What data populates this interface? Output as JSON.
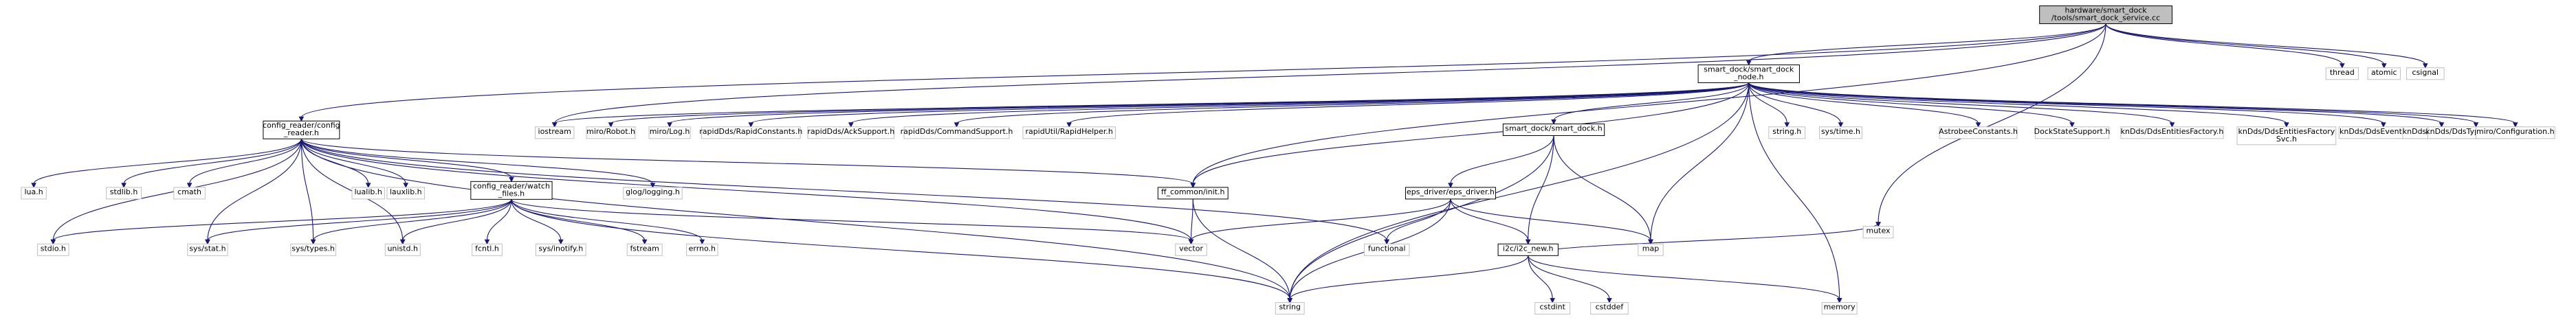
{
  "graph": {
    "edge_color": "#191970",
    "root_fill": "#bfbfbf",
    "nodes": [
      {
        "id": "root",
        "lines": [
          "hardware/smart_dock",
          "/tools/smart_dock_service.cc"
        ],
        "kind": "root"
      },
      {
        "id": "config_reader",
        "lines": [
          "config_reader/config",
          "_reader.h"
        ],
        "kind": "inner"
      },
      {
        "id": "smart_dock_node",
        "lines": [
          "smart_dock/smart_dock",
          "_node.h"
        ],
        "kind": "inner"
      },
      {
        "id": "thread",
        "lines": [
          "thread"
        ],
        "kind": "leaf"
      },
      {
        "id": "atomic",
        "lines": [
          "atomic"
        ],
        "kind": "leaf"
      },
      {
        "id": "csignal",
        "lines": [
          "csignal"
        ],
        "kind": "leaf"
      },
      {
        "id": "mutex",
        "lines": [
          "mutex"
        ],
        "kind": "leaf"
      },
      {
        "id": "iostream",
        "lines": [
          "iostream"
        ],
        "kind": "leaf"
      },
      {
        "id": "miro_robot",
        "lines": [
          "miro/Robot.h"
        ],
        "kind": "leaf"
      },
      {
        "id": "miro_log",
        "lines": [
          "miro/Log.h"
        ],
        "kind": "leaf"
      },
      {
        "id": "rapid_constants",
        "lines": [
          "rapidDds/RapidConstants.h"
        ],
        "kind": "leaf"
      },
      {
        "id": "rapid_ack",
        "lines": [
          "rapidDds/AckSupport.h"
        ],
        "kind": "leaf"
      },
      {
        "id": "rapid_cmd",
        "lines": [
          "rapidDds/CommandSupport.h"
        ],
        "kind": "leaf"
      },
      {
        "id": "rapid_helper",
        "lines": [
          "rapidUtil/RapidHelper.h"
        ],
        "kind": "leaf"
      },
      {
        "id": "smart_dock_h",
        "lines": [
          "smart_dock/smart_dock.h"
        ],
        "kind": "inner"
      },
      {
        "id": "string_h",
        "lines": [
          "string.h"
        ],
        "kind": "leaf"
      },
      {
        "id": "sys_time",
        "lines": [
          "sys/time.h"
        ],
        "kind": "leaf"
      },
      {
        "id": "astrobee_constants",
        "lines": [
          "AstrobeeConstants.h"
        ],
        "kind": "leaf"
      },
      {
        "id": "dock_state",
        "lines": [
          "DockStateSupport.h"
        ],
        "kind": "leaf"
      },
      {
        "id": "kn_factory",
        "lines": [
          "knDds/DdsEntitiesFactory.h"
        ],
        "kind": "leaf"
      },
      {
        "id": "kn_factory_svc",
        "lines": [
          "knDds/DdsEntitiesFactory",
          "Svc.h"
        ],
        "kind": "leaf"
      },
      {
        "id": "kn_eventloop",
        "lines": [
          "knDds/DdsEventLoop.h"
        ],
        "kind": "leaf"
      },
      {
        "id": "kn_support",
        "lines": [
          "knDds/DdsSupport.h"
        ],
        "kind": "leaf"
      },
      {
        "id": "kn_typed",
        "lines": [
          "knDds/DdsTypedSupplier.h"
        ],
        "kind": "leaf"
      },
      {
        "id": "miro_config",
        "lines": [
          "miro/Configuration.h"
        ],
        "kind": "leaf"
      },
      {
        "id": "lua_h",
        "lines": [
          "lua.h"
        ],
        "kind": "leaf"
      },
      {
        "id": "stdlib_h",
        "lines": [
          "stdlib.h"
        ],
        "kind": "leaf"
      },
      {
        "id": "cmath",
        "lines": [
          "cmath"
        ],
        "kind": "leaf"
      },
      {
        "id": "lualib_h",
        "lines": [
          "lualib.h"
        ],
        "kind": "leaf"
      },
      {
        "id": "lauxlib_h",
        "lines": [
          "lauxlib.h"
        ],
        "kind": "leaf"
      },
      {
        "id": "watch_files",
        "lines": [
          "config_reader/watch",
          "_files.h"
        ],
        "kind": "inner"
      },
      {
        "id": "glog",
        "lines": [
          "glog/logging.h"
        ],
        "kind": "leaf"
      },
      {
        "id": "ff_common",
        "lines": [
          "ff_common/init.h"
        ],
        "kind": "inner"
      },
      {
        "id": "eps_driver",
        "lines": [
          "eps_driver/eps_driver.h"
        ],
        "kind": "inner"
      },
      {
        "id": "stdio_h",
        "lines": [
          "stdio.h"
        ],
        "kind": "leaf"
      },
      {
        "id": "sys_stat",
        "lines": [
          "sys/stat.h"
        ],
        "kind": "leaf"
      },
      {
        "id": "sys_types",
        "lines": [
          "sys/types.h"
        ],
        "kind": "leaf"
      },
      {
        "id": "unistd_h",
        "lines": [
          "unistd.h"
        ],
        "kind": "leaf"
      },
      {
        "id": "fcntl_h",
        "lines": [
          "fcntl.h"
        ],
        "kind": "leaf"
      },
      {
        "id": "sys_inotify",
        "lines": [
          "sys/inotify.h"
        ],
        "kind": "leaf"
      },
      {
        "id": "fstream",
        "lines": [
          "fstream"
        ],
        "kind": "leaf"
      },
      {
        "id": "errno_h",
        "lines": [
          "errno.h"
        ],
        "kind": "leaf"
      },
      {
        "id": "vector",
        "lines": [
          "vector"
        ],
        "kind": "leaf"
      },
      {
        "id": "functional",
        "lines": [
          "functional"
        ],
        "kind": "leaf"
      },
      {
        "id": "map",
        "lines": [
          "map"
        ],
        "kind": "leaf"
      },
      {
        "id": "i2c_new",
        "lines": [
          "i2c/i2c_new.h"
        ],
        "kind": "inner"
      },
      {
        "id": "string",
        "lines": [
          "string"
        ],
        "kind": "leaf"
      },
      {
        "id": "cstdint",
        "lines": [
          "cstdint"
        ],
        "kind": "leaf"
      },
      {
        "id": "cstddef",
        "lines": [
          "cstddef"
        ],
        "kind": "leaf"
      },
      {
        "id": "memory",
        "lines": [
          "memory"
        ],
        "kind": "leaf"
      }
    ],
    "edges": [
      [
        "root",
        "config_reader"
      ],
      [
        "root",
        "smart_dock_node"
      ],
      [
        "root",
        "thread"
      ],
      [
        "root",
        "atomic"
      ],
      [
        "root",
        "csignal"
      ],
      [
        "root",
        "mutex"
      ],
      [
        "root",
        "iostream"
      ],
      [
        "root",
        "ff_common"
      ],
      [
        "config_reader",
        "lua_h"
      ],
      [
        "config_reader",
        "stdlib_h"
      ],
      [
        "config_reader",
        "cmath"
      ],
      [
        "config_reader",
        "lualib_h"
      ],
      [
        "config_reader",
        "lauxlib_h"
      ],
      [
        "config_reader",
        "watch_files"
      ],
      [
        "config_reader",
        "glog"
      ],
      [
        "config_reader",
        "ff_common"
      ],
      [
        "config_reader",
        "stdio_h"
      ],
      [
        "config_reader",
        "sys_stat"
      ],
      [
        "config_reader",
        "sys_types"
      ],
      [
        "config_reader",
        "unistd_h"
      ],
      [
        "config_reader",
        "vector"
      ],
      [
        "config_reader",
        "string"
      ],
      [
        "config_reader",
        "functional"
      ],
      [
        "smart_dock_node",
        "iostream"
      ],
      [
        "smart_dock_node",
        "miro_robot"
      ],
      [
        "smart_dock_node",
        "miro_log"
      ],
      [
        "smart_dock_node",
        "rapid_constants"
      ],
      [
        "smart_dock_node",
        "rapid_ack"
      ],
      [
        "smart_dock_node",
        "rapid_cmd"
      ],
      [
        "smart_dock_node",
        "rapid_helper"
      ],
      [
        "smart_dock_node",
        "smart_dock_h"
      ],
      [
        "smart_dock_node",
        "string_h"
      ],
      [
        "smart_dock_node",
        "sys_time"
      ],
      [
        "smart_dock_node",
        "astrobee_constants"
      ],
      [
        "smart_dock_node",
        "dock_state"
      ],
      [
        "smart_dock_node",
        "kn_factory"
      ],
      [
        "smart_dock_node",
        "kn_factory_svc"
      ],
      [
        "smart_dock_node",
        "kn_eventloop"
      ],
      [
        "smart_dock_node",
        "kn_support"
      ],
      [
        "smart_dock_node",
        "kn_typed"
      ],
      [
        "smart_dock_node",
        "miro_config"
      ],
      [
        "smart_dock_node",
        "ff_common"
      ],
      [
        "smart_dock_node",
        "map"
      ],
      [
        "smart_dock_node",
        "memory"
      ],
      [
        "smart_dock_node",
        "string"
      ],
      [
        "smart_dock_h",
        "eps_driver"
      ],
      [
        "smart_dock_h",
        "i2c_new"
      ],
      [
        "smart_dock_h",
        "map"
      ],
      [
        "smart_dock_h",
        "string"
      ],
      [
        "watch_files",
        "stdio_h"
      ],
      [
        "watch_files",
        "sys_stat"
      ],
      [
        "watch_files",
        "sys_types"
      ],
      [
        "watch_files",
        "unistd_h"
      ],
      [
        "watch_files",
        "fcntl_h"
      ],
      [
        "watch_files",
        "sys_inotify"
      ],
      [
        "watch_files",
        "fstream"
      ],
      [
        "watch_files",
        "errno_h"
      ],
      [
        "watch_files",
        "vector"
      ],
      [
        "watch_files",
        "string"
      ],
      [
        "ff_common",
        "vector"
      ],
      [
        "ff_common",
        "string"
      ],
      [
        "eps_driver",
        "i2c_new"
      ],
      [
        "eps_driver",
        "map"
      ],
      [
        "eps_driver",
        "vector"
      ],
      [
        "eps_driver",
        "functional"
      ],
      [
        "eps_driver",
        "string"
      ],
      [
        "i2c_new",
        "cstdint"
      ],
      [
        "i2c_new",
        "cstddef"
      ],
      [
        "i2c_new",
        "memory"
      ],
      [
        "i2c_new",
        "mutex"
      ],
      [
        "i2c_new",
        "string"
      ]
    ]
  }
}
